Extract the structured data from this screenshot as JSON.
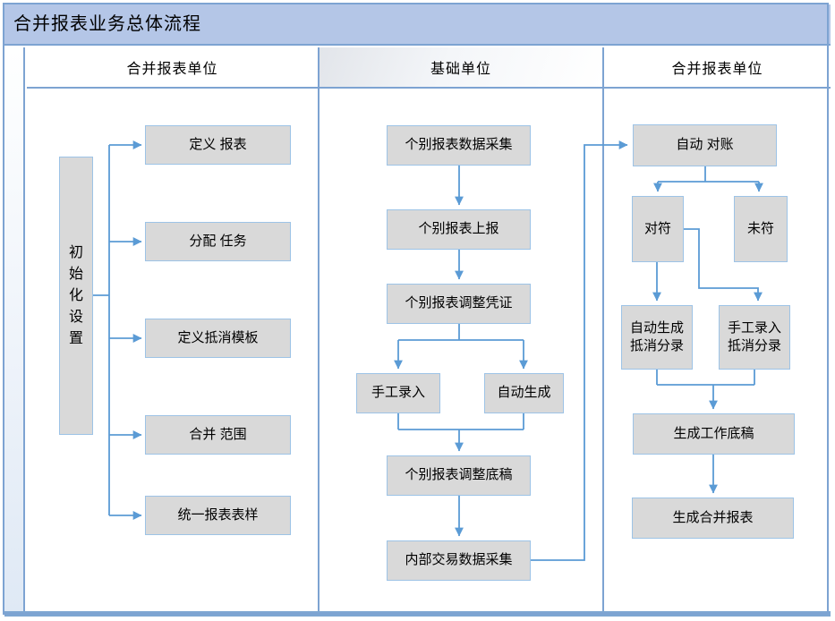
{
  "title": "合并报表业务总体流程",
  "lanes": {
    "left": {
      "header": "合并报表单位"
    },
    "middle": {
      "header": "基础单位"
    },
    "right": {
      "header": "合并报表单位"
    }
  },
  "flow": {
    "init": {
      "root": "初始化设置",
      "items": [
        "定义 报表",
        "分配 任务",
        "定义抵消模板",
        "合并 范围",
        "统一报表表样"
      ]
    },
    "base_unit": {
      "collect": "个别报表数据采集",
      "submit": "个别报表上报",
      "voucher": "个别报表调整凭证",
      "manual": "手工录入",
      "auto": "自动生成",
      "draft": "个别报表调整底稿",
      "internal": "内部交易数据采集"
    },
    "consolidation": {
      "reconcile": "自动 对账",
      "matched": "对符",
      "unmatched": "未符",
      "auto_entry": "自动生成\n抵消分录",
      "manual_entry": "手工录入\n抵消分录",
      "working_paper": "生成工作底稿",
      "report": "生成合并报表"
    }
  },
  "colors": {
    "title_bar": "#b4c6e7",
    "frame_border": "#7da3d2",
    "node_fill": "#d9d9d9",
    "node_border": "#9dc3e6",
    "arrow": "#5b9bd5",
    "bottom_bar": "#7ea6d2"
  }
}
